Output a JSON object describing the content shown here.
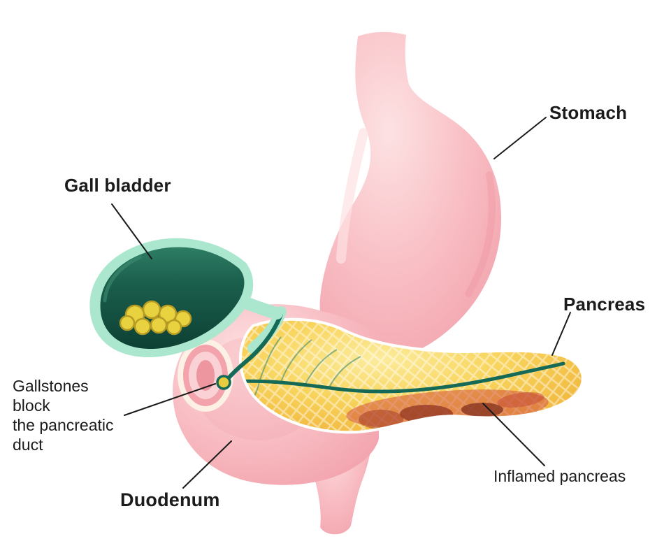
{
  "figure": {
    "labels": {
      "stomach": "Stomach",
      "gall_bladder": "Gall bladder",
      "pancreas": "Pancreas",
      "gallstones_note": "Gallstones\nblock\nthe pancreatic\nduct",
      "duodenum": "Duodenum",
      "inflamed_pancreas": "Inflamed pancreas"
    },
    "colors": {
      "stomach_pink": "#F7B6BC",
      "stomach_pink_light": "#FCDCDE",
      "duodenum_pink": "#F6B0B7",
      "gallbladder_mint": "#ABE7CE",
      "gallbladder_dark_green": "#1B5F4D",
      "gallstone_yellow": "#E8D23F",
      "pancreas_yellow": "#F8D45C",
      "pancreas_orange": "#EFAF35",
      "inflamed_red": "#D4543E",
      "inflamed_maroon": "#8C2F20",
      "duct_teal": "#156A57",
      "leader_line": "#1A1A1A",
      "background": "#FFFFFF"
    }
  }
}
